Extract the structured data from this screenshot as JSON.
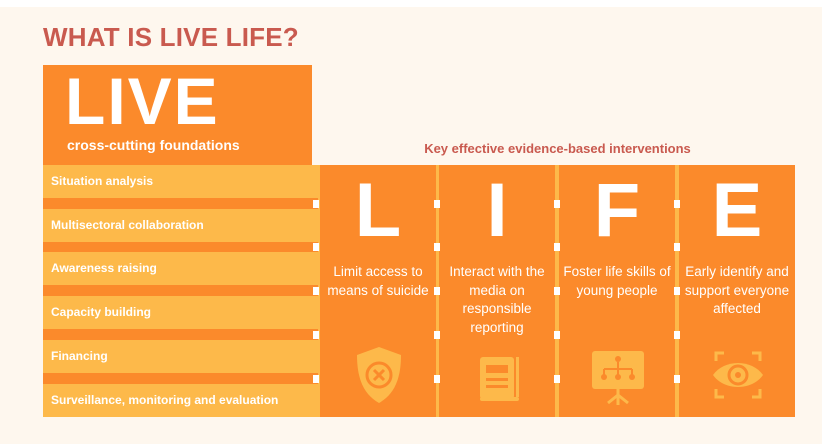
{
  "title": "WHAT IS LIVE LIFE?",
  "live": {
    "word": "LIVE",
    "subtitle": "cross-cutting foundations",
    "foundations": [
      "Situation analysis",
      "Multisectoral collaboration",
      "Awareness raising",
      "Capacity building",
      "Financing",
      "Surveillance, monitoring and evaluation"
    ]
  },
  "interventions_heading": "Key effective evidence-based interventions",
  "life": [
    {
      "letter": "L",
      "text": "Limit access to means of suicide",
      "icon": "shield-x-icon"
    },
    {
      "letter": "I",
      "text": "Interact with the media on responsible reporting",
      "icon": "newspaper-icon"
    },
    {
      "letter": "F",
      "text": "Foster life skills of young people",
      "icon": "presentation-board-icon"
    },
    {
      "letter": "E",
      "text": "Early identify and support everyone affected",
      "icon": "eye-scan-icon"
    }
  ],
  "colors": {
    "orange": "#fb8a2b",
    "yellow": "#fdb94a",
    "title": "#c95a4f",
    "background": "#fef7ee"
  }
}
